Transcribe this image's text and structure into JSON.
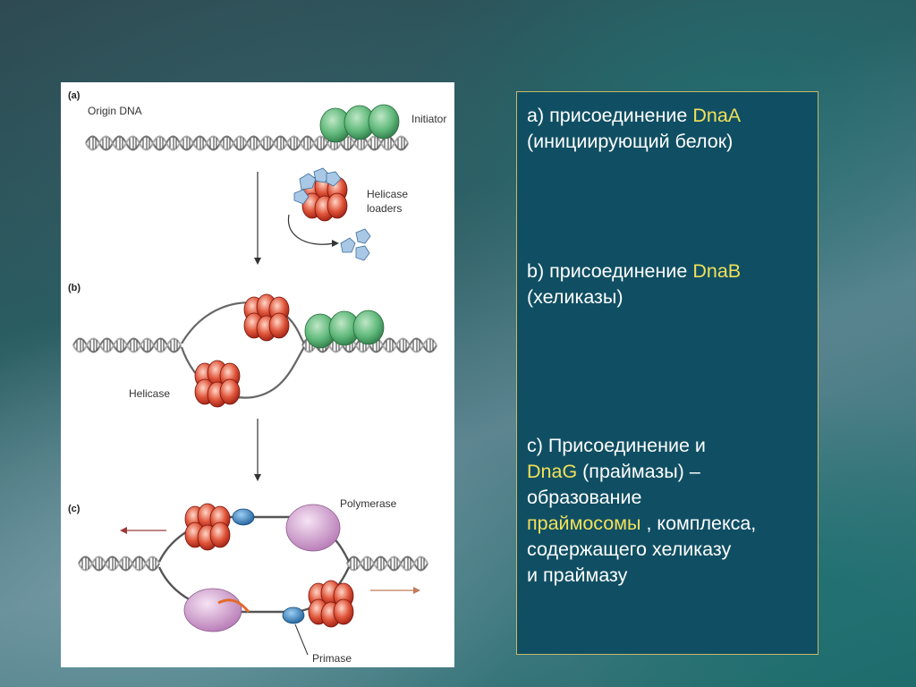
{
  "figure": {
    "panel_a": "(a)",
    "panel_b": "(b)",
    "panel_c": "(c)",
    "origin_dna": "Origin DNA",
    "initiator": "Initiator",
    "helicase_loaders_1": "Helicase",
    "helicase_loaders_2": "loaders",
    "helicase": "Helicase",
    "polymerase": "Polymerase",
    "primase": "Primase"
  },
  "text": {
    "a_prefix": "а) присоединение ",
    "a_protein": "DnaA",
    "a_line2": "(инициирующий белок)",
    "b_prefix": "b) присоединение ",
    "b_protein": "DnaB",
    "b_line2": "(хеликазы)",
    "c_line1": "c) Присоединение и",
    "c_protein": "DnaG",
    "c_after_protein": " (праймазы) –",
    "c_line3": "образование",
    "c_primosome": "праймосомы",
    "c_after_primosome": " , комплекса,",
    "c_line5": "содержащего хеликазу",
    "c_line6": "и праймазу"
  },
  "colors": {
    "text_box_bg": "#104f63",
    "highlight": "#f2e05a",
    "initiator_green": "#5fb87a",
    "helicase_red": "#d9442e",
    "loader_blue": "#a9c8e6",
    "polymerase_purple": "#c58bc4",
    "primase_blue": "#2e7fc0"
  }
}
